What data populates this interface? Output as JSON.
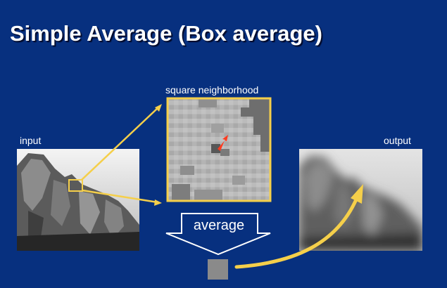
{
  "slide": {
    "title": "Simple Average (Box average)",
    "input_label": "input",
    "neighborhood_label": "square neighborhood",
    "operation_label": "average",
    "output_label": "output"
  },
  "colors": {
    "background": "#07307f",
    "highlight": "#f5cf4a",
    "pointer_arrow": "#ff3b1f",
    "result_pixel": "#8a8a8a"
  }
}
